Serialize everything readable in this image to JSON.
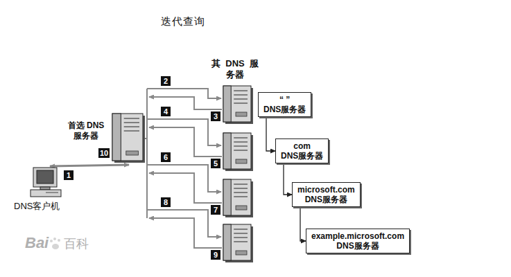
{
  "diagram": {
    "title": "迭代查询",
    "nodes": [
      {
        "text": [
          "DNS客户机"
        ]
      },
      {
        "text": [
          "首选 DNS 服务器"
        ]
      },
      {
        "text": [
          "“ ”",
          "DNS服务器"
        ]
      },
      {
        "text": [
          "com",
          "DNS服务器"
        ]
      },
      {
        "text": [
          "microsoft.com",
          "DNS服务器"
        ]
      },
      {
        "text": [
          "example.microsoft.com",
          "DNS服务器"
        ]
      }
    ],
    "edges": [
      {
        "from": 0,
        "to": 1,
        "arrow": "both"
      },
      {
        "from": 2,
        "to": 3,
        "arrow": "to"
      },
      {
        "from": 3,
        "to": 4,
        "arrow": "to"
      },
      {
        "from": 4,
        "to": 5,
        "arrow": "to"
      }
    ],
    "labels": [
      "其 DNS 服务器",
      "1",
      "2",
      "3",
      "4",
      "5",
      "6",
      "7",
      "8",
      "9",
      "10",
      "Bai",
      "百科"
    ]
  }
}
